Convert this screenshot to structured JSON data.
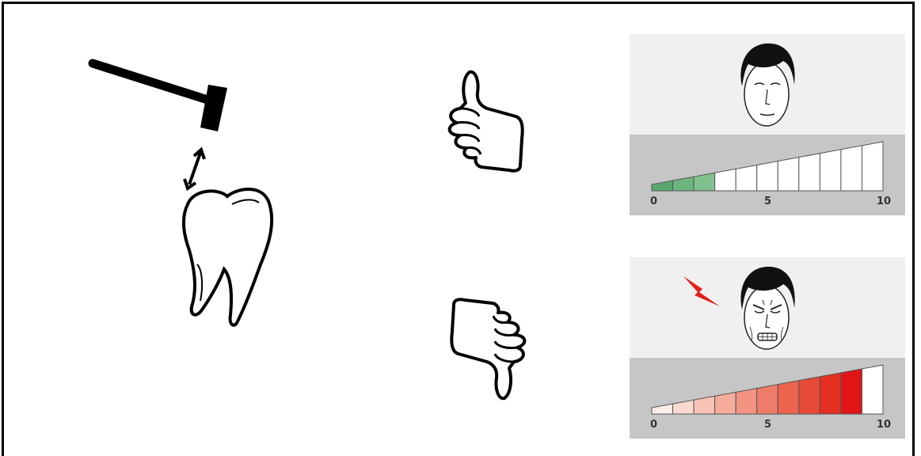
{
  "scale": {
    "min_label": "0",
    "mid_label": "5",
    "max_label": "10",
    "steps": 11
  },
  "positive_case": {
    "verdict_icon": "thumbs-up-icon",
    "face_icon": "calm-face-icon",
    "pain_level": 2,
    "fill_colors": [
      "#5aa86e",
      "#6cb57c",
      "#80c18f"
    ],
    "empty_color": "#ffffff"
  },
  "negative_case": {
    "verdict_icon": "thumbs-down-icon",
    "face_icon": "pained-face-icon",
    "pain_symbol": "lightning-bolt-icon",
    "pain_level": 10,
    "fill_colors": [
      "#fdeeea",
      "#fbd9d0",
      "#f8c3b6",
      "#f5ac9b",
      "#f29481",
      "#ef7c68",
      "#ec634f",
      "#e84a38",
      "#e43022",
      "#e01515",
      "#ffffff"
    ],
    "accent_color": "#e32119"
  },
  "left_panel": {
    "tool_icon": "mallet-icon",
    "motion_icon": "double-arrow-icon",
    "subject_icon": "molar-tooth-icon"
  }
}
